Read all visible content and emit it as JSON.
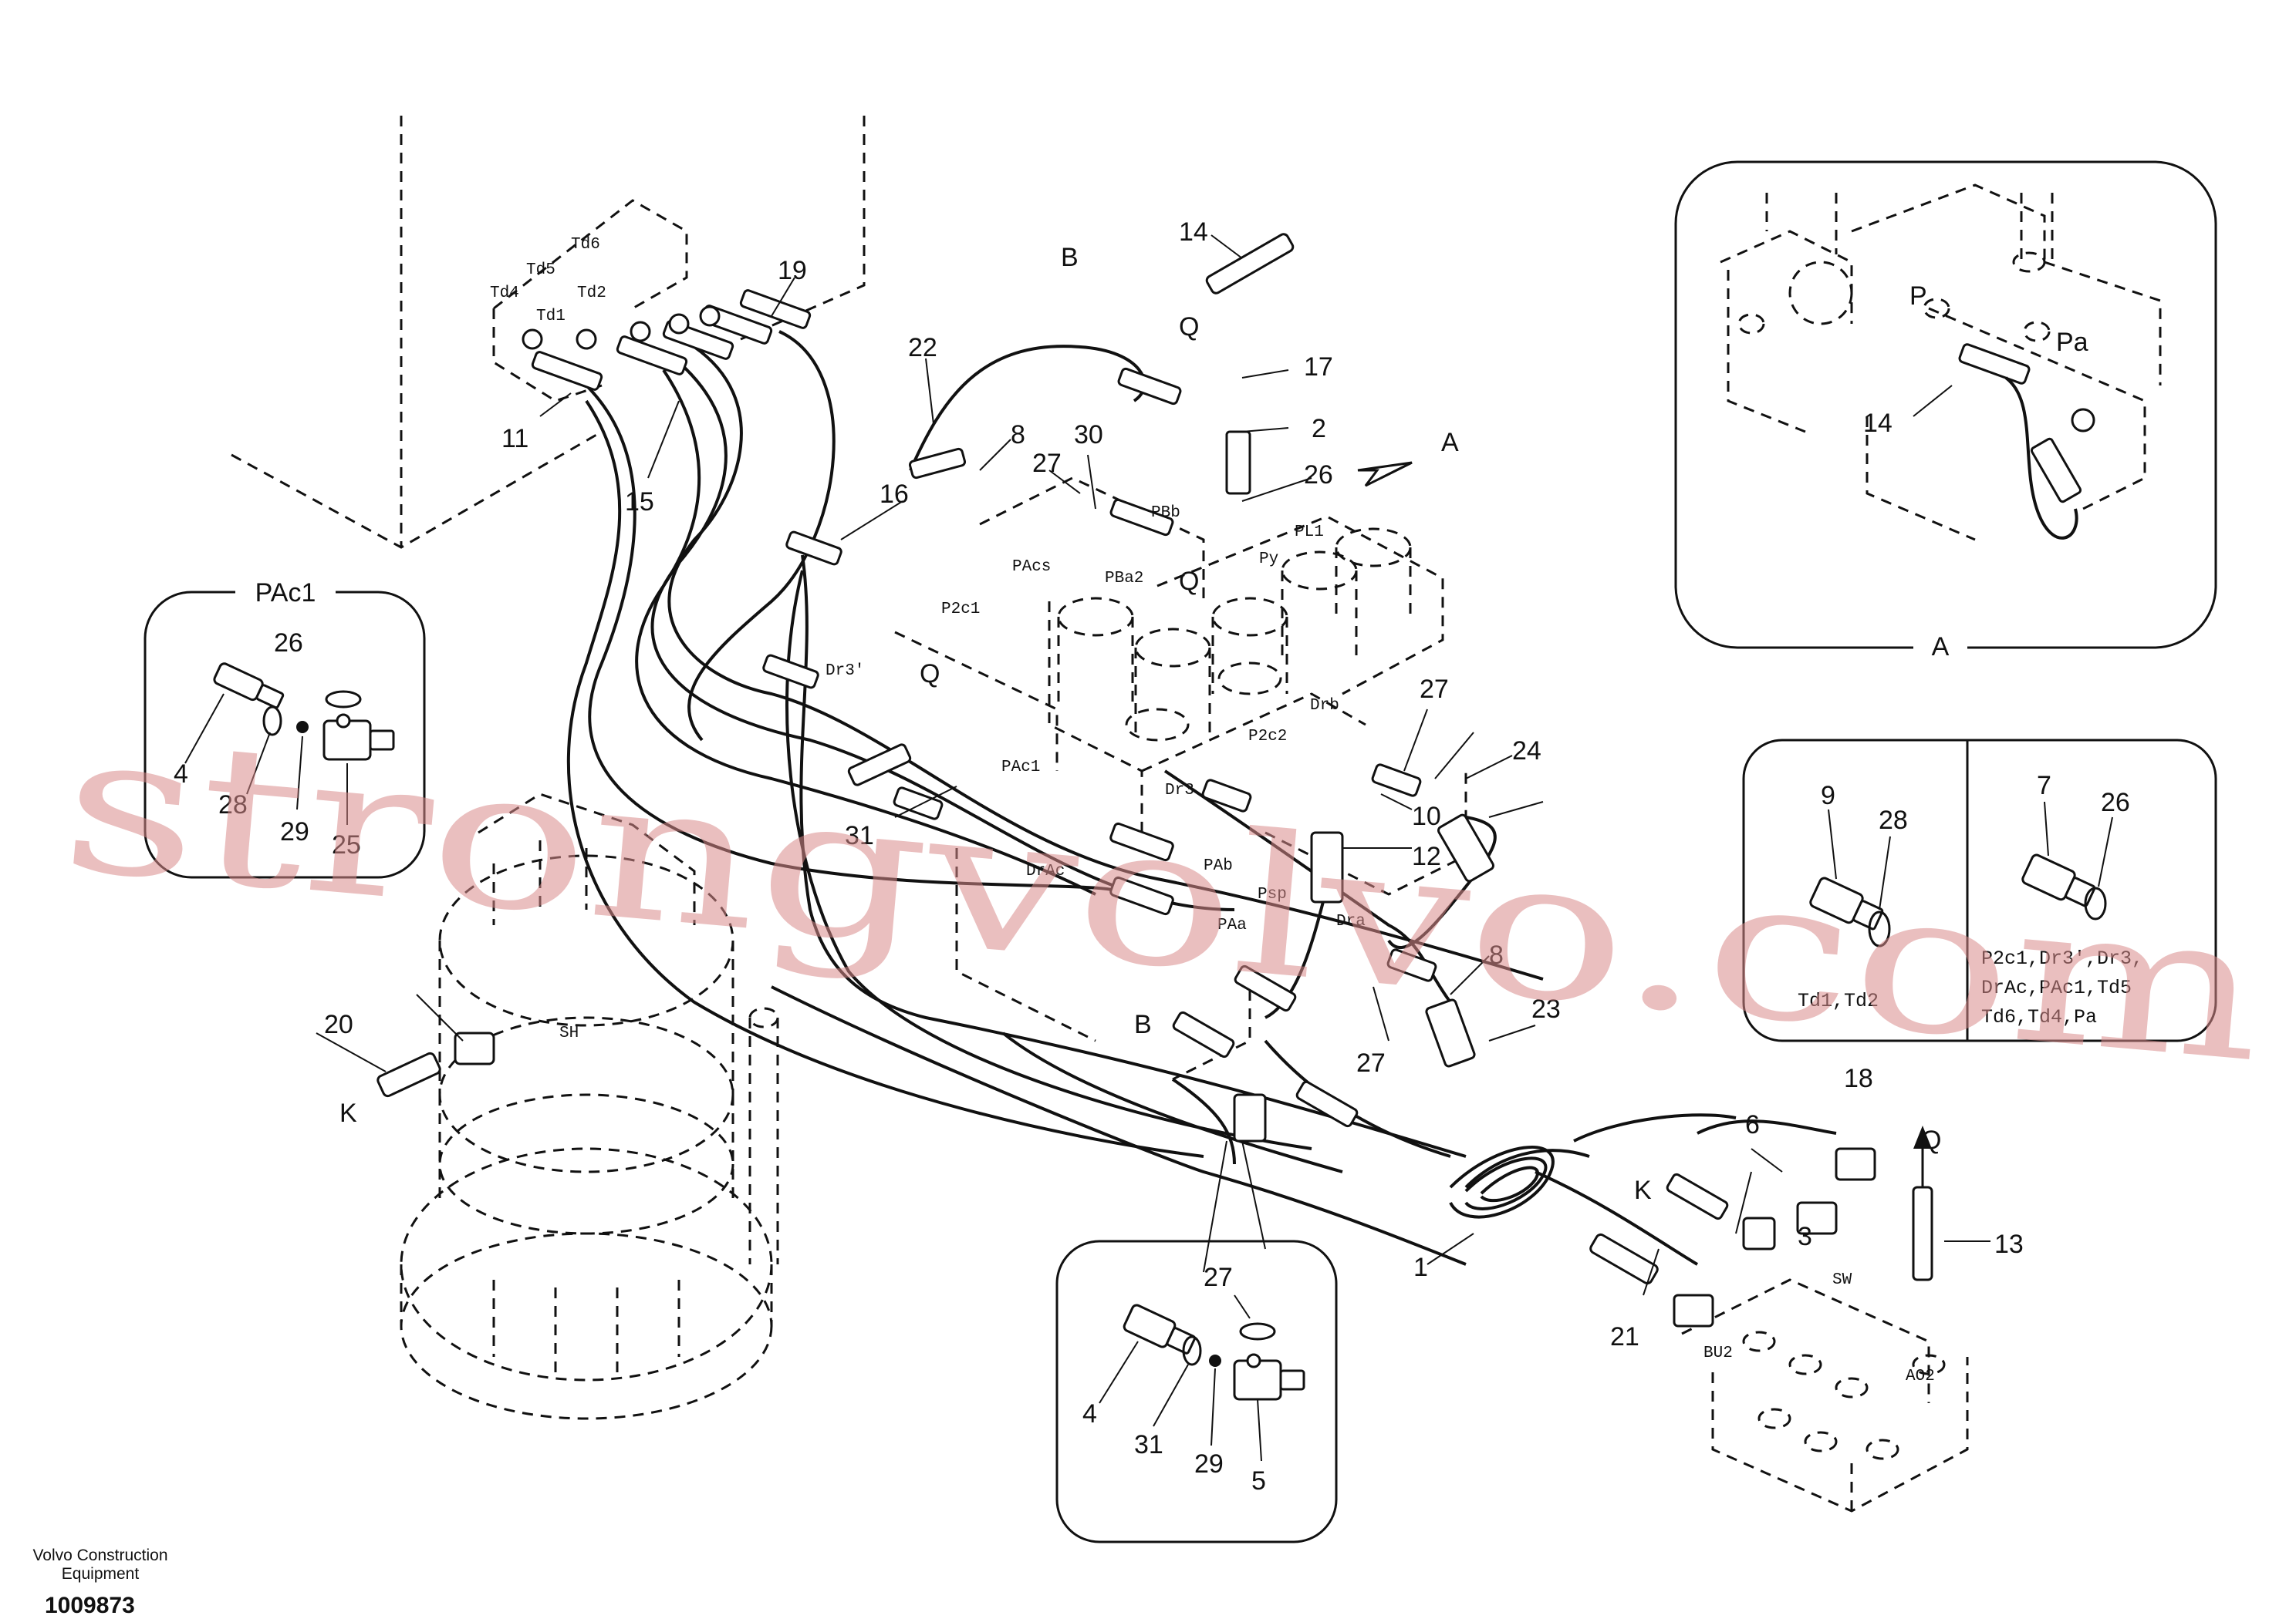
{
  "footer": {
    "brand_line1": "Volvo Construction",
    "brand_line2": "Equipment",
    "drawing_number": "1009873"
  },
  "watermark": "strongvolvo.com",
  "insets": {
    "pac1": {
      "title": "PAc1",
      "labels": [
        "26",
        "4",
        "29",
        "28",
        "25"
      ]
    },
    "a": {
      "title": "A",
      "labels": [
        "P",
        "Pa",
        "14"
      ]
    },
    "plug_td": {
      "labels": [
        "9",
        "28"
      ],
      "note": "Td1,Td2"
    },
    "plug_ports": {
      "labels": [
        "7",
        "26"
      ],
      "note_lines": [
        "P2c1,Dr3',Dr3,",
        "DrAc,PAc1,Td5",
        "Td6,Td4,Pa"
      ]
    },
    "bottom": {
      "labels": [
        "27",
        "4",
        "31",
        "29",
        "5"
      ]
    }
  },
  "callouts": [
    "1",
    "2",
    "3",
    "6",
    "8",
    "8",
    "10",
    "11",
    "12",
    "13",
    "14",
    "15",
    "16",
    "17",
    "18",
    "19",
    "20",
    "21",
    "22",
    "23",
    "24",
    "26",
    "27",
    "27",
    "27",
    "30",
    "31"
  ],
  "letters": [
    "A",
    "B",
    "B",
    "Q",
    "Q",
    "Q",
    "Q",
    "K",
    "K"
  ],
  "ports": [
    "Td6",
    "Td5",
    "Td4",
    "Td2",
    "Td1",
    "PBb",
    "PL1",
    "Py",
    "PAcs",
    "PBa2",
    "P2c1",
    "Dr3'",
    "Drb",
    "P2c2",
    "PAc1",
    "Dr3",
    "DrAc",
    "PAb",
    "Psp",
    "PAa",
    "Dra",
    "SH",
    "SW",
    "BU2",
    "AO2"
  ]
}
